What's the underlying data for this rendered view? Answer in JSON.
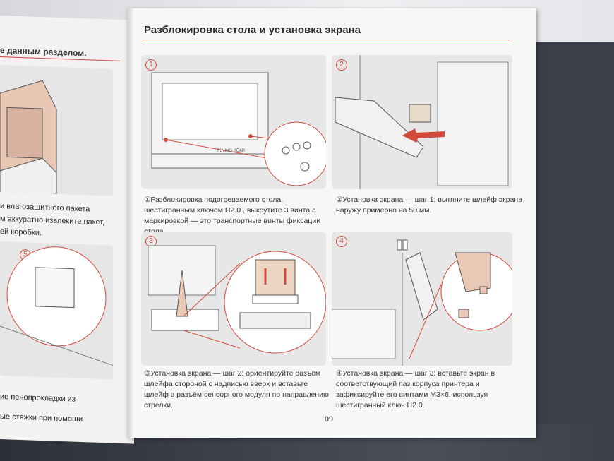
{
  "left_page": {
    "heading_fragment": "е данным разделом.",
    "text_lines": [
      "и влагозащитного пакета",
      "м аккуратно извлеките пакет,",
      "ей коробки."
    ],
    "step5_num": "5",
    "bottom_lines": [
      "ие пенопрокладки из",
      "ые стяжки при помощи"
    ]
  },
  "right_page": {
    "title": "Разблокировка стола и установка экрана",
    "page_number": "09",
    "steps": [
      {
        "num": "1",
        "caption_lines": [
          "①Разблокировка подогреваемого стола:",
          "шестигранным ключом H2.0 , выкрутите 3 винта с",
          "маркировкой — это транспортные винты фиксации",
          "стола."
        ],
        "label": "FLYING BEAR"
      },
      {
        "num": "2",
        "caption_lines": [
          "②Установка экрана — шаг 1: вытяните шлейф экрана",
          "наружу примерно на 50 мм."
        ]
      },
      {
        "num": "3",
        "caption_lines": [
          "③Установка экрана — шаг 2: ориентируйте разъём",
          "шлейфа стороной с надписью вверх и вставьте",
          "шлейф в разъём сенсорного модуля по направлению",
          "стрелки."
        ]
      },
      {
        "num": "4",
        "caption_lines": [
          "④Установка экрана — шаг 3: вставьте экран в",
          "соответствующий паз корпуса принтера и",
          "зафиксируйте его винтами M3×6, используя",
          "шестигранный ключ H2.0."
        ]
      }
    ]
  },
  "colors": {
    "accent": "#d24a3a",
    "panel": "#e7e7e7",
    "paper": "#f7f7f6"
  }
}
